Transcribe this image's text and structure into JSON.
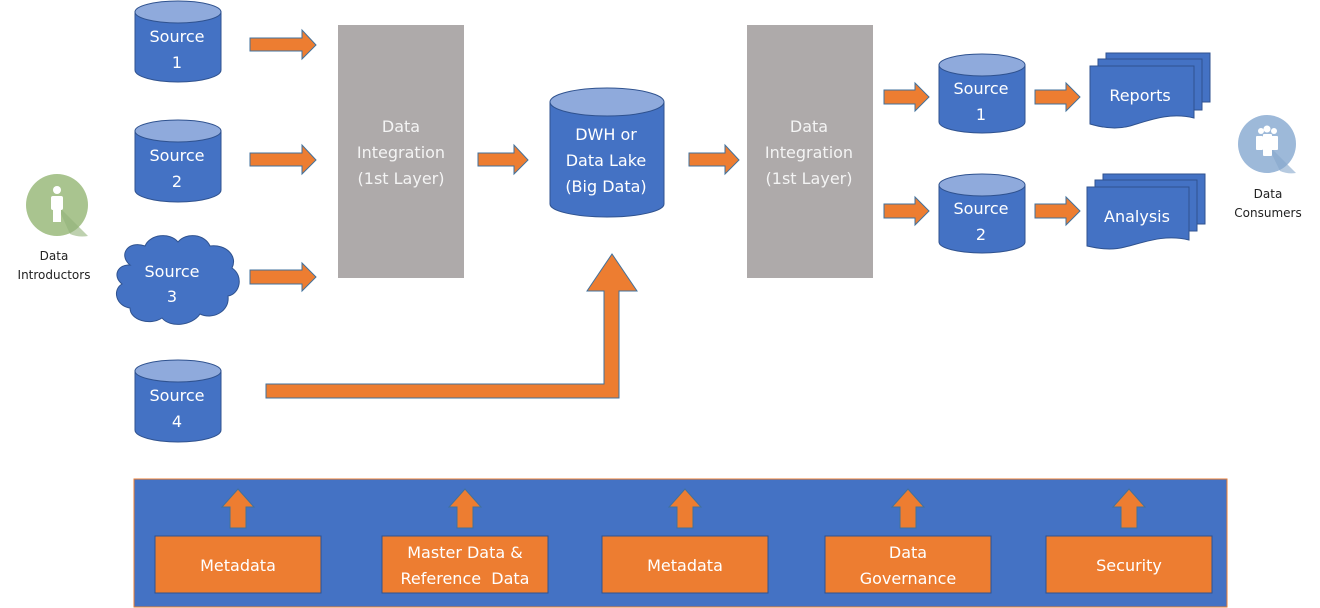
{
  "colors": {
    "db_body": "#4472C4",
    "db_top": "#8FAADC",
    "db_stroke": "#2F528F",
    "arrow_fill": "#ED7D31",
    "arrow_stroke": "#41719C",
    "integration_fill": "#AEAAAA",
    "governance_bg": "#4472C4",
    "governance_border": "#ED7D31",
    "introductor_icon": "#A9C48F",
    "consumer_icon": "#9DB9D9"
  },
  "actors": {
    "introductors": {
      "line1": "Data",
      "line2": "Introductors"
    },
    "consumers": {
      "line1": "Data",
      "line2": "Consumers"
    }
  },
  "sources": [
    {
      "line1": "Source",
      "line2": "1",
      "shape": "database"
    },
    {
      "line1": "Source",
      "line2": "2",
      "shape": "database"
    },
    {
      "line1": "Source",
      "line2": "3",
      "shape": "cloud"
    },
    {
      "line1": "Source",
      "line2": "4",
      "shape": "database"
    }
  ],
  "integration_left": {
    "line1": "Data",
    "line2": "Integration",
    "line3": "(1st Layer)"
  },
  "warehouse": {
    "line1": "DWH or",
    "line2": "Data Lake",
    "line3": "(Big Data)"
  },
  "integration_right": {
    "line1": "Data",
    "line2": "Integration",
    "line3": "(1st Layer)"
  },
  "outputs": [
    {
      "line1": "Source",
      "line2": "1"
    },
    {
      "line1": "Source",
      "line2": "2"
    }
  ],
  "deliverables": [
    {
      "label": "Reports"
    },
    {
      "label": "Analysis"
    }
  ],
  "governance": [
    {
      "line1": "Metadata",
      "line2": ""
    },
    {
      "line1": "Master Data &",
      "line2": "Reference  Data"
    },
    {
      "line1": "Metadata",
      "line2": ""
    },
    {
      "line1": "Data",
      "line2": "Governance"
    },
    {
      "line1": "Security",
      "line2": ""
    }
  ]
}
